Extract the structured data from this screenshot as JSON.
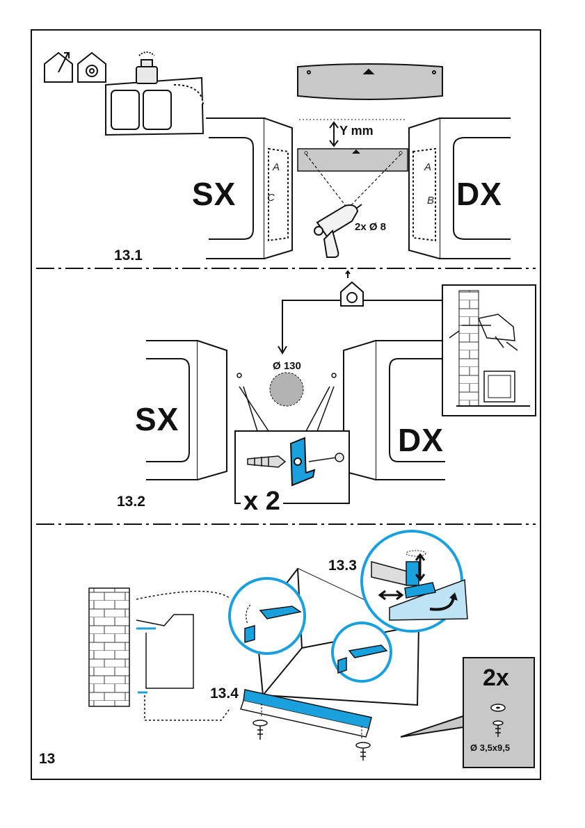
{
  "colors": {
    "line": "#111111",
    "blue": "#1aa0dc",
    "gray": "#c8c8c8",
    "panel": "#bdbdbd"
  },
  "icons": [
    "house-vent-out-icon",
    "house-recirculate-icon",
    "weight-icon",
    "house-fan-icon",
    "drill-icon",
    "wall-plug-icon",
    "screw-icon",
    "washer-icon"
  ],
  "section1": {
    "step": "13.1",
    "left": "SX",
    "right": "DX",
    "distance": "Y mm",
    "drill": "2x Ø 8",
    "left_letters": [
      "A",
      "C"
    ],
    "right_letters": [
      "A",
      "B"
    ]
  },
  "section2": {
    "step": "13.2",
    "left": "SX",
    "right": "DX",
    "hole": "Ø 130",
    "qty": "x 2"
  },
  "section3": {
    "step_a": "13.3",
    "step_b": "13.4",
    "count": "2x",
    "screw": "Ø 3,5x9,5"
  },
  "page_number": "13"
}
